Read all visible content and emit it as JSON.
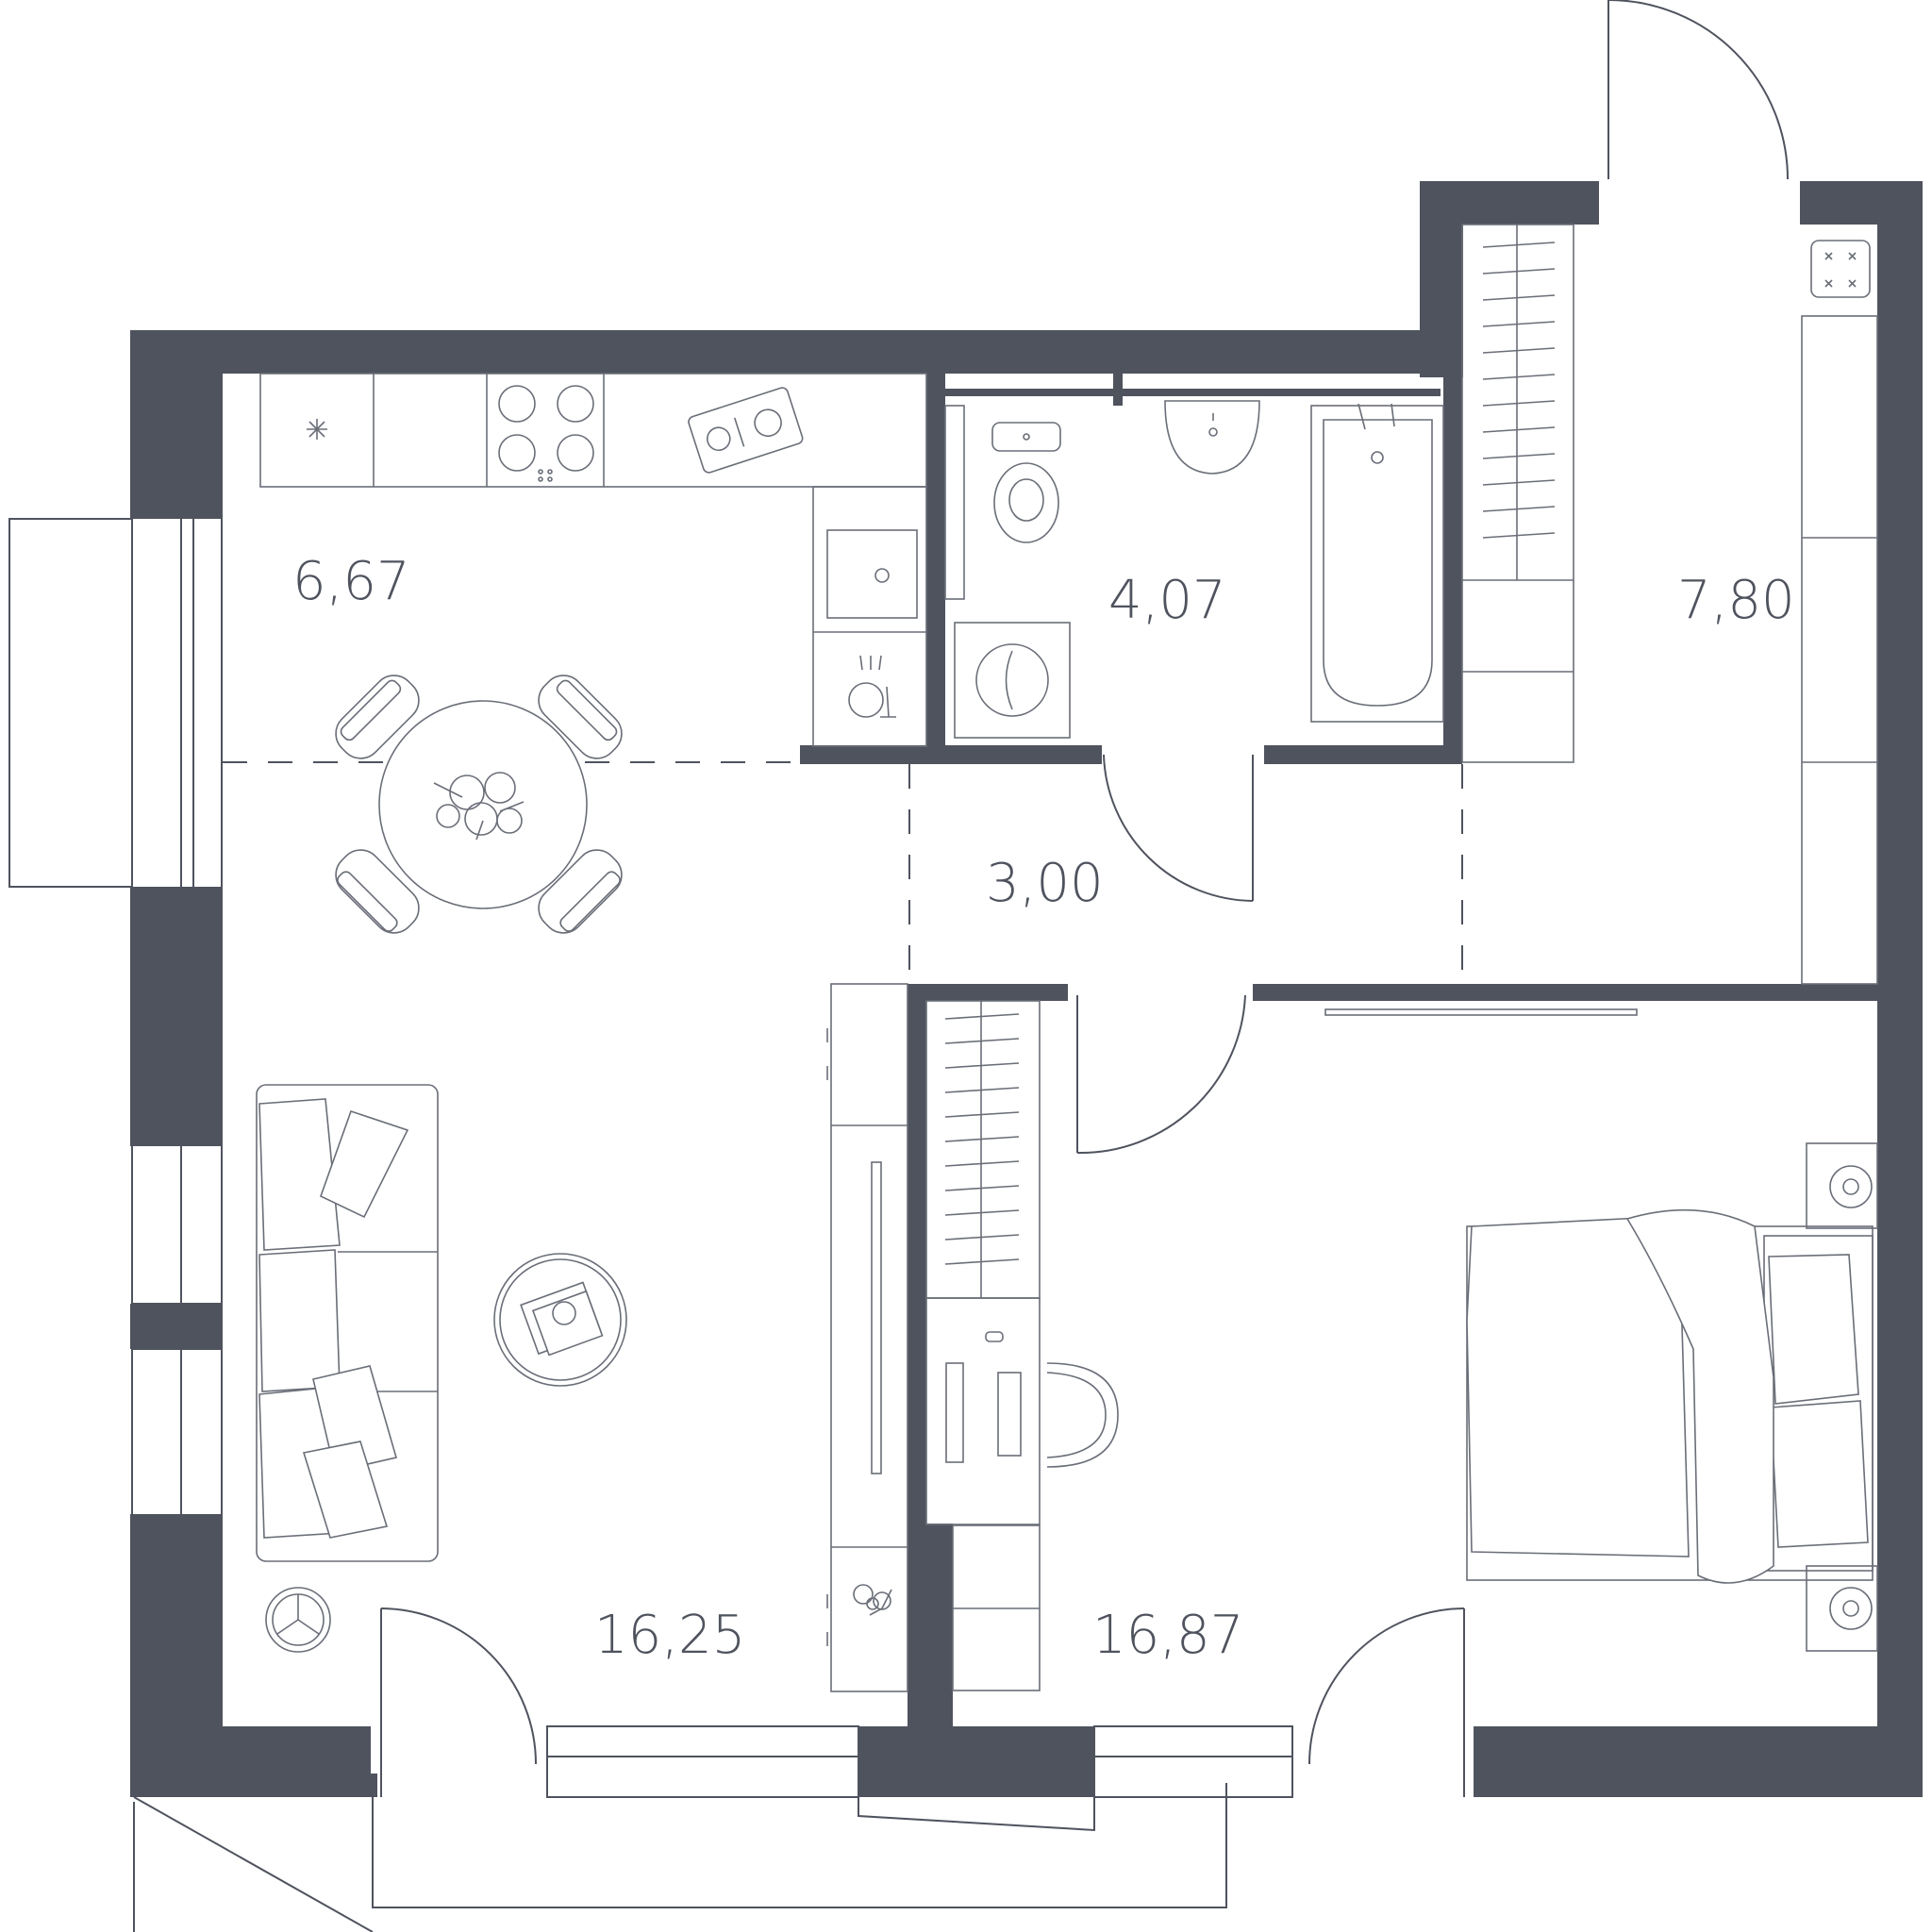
{
  "rooms": [
    {
      "id": "kitchen",
      "area": "6,67"
    },
    {
      "id": "bathroom",
      "area": "4,07"
    },
    {
      "id": "hall",
      "area": "7,80"
    },
    {
      "id": "corridor",
      "area": "3,00"
    },
    {
      "id": "living-room",
      "area": "16,25"
    },
    {
      "id": "bedroom",
      "area": "16,87"
    }
  ],
  "colors": {
    "wall": "#4f535e",
    "line": "#6a6e78"
  }
}
